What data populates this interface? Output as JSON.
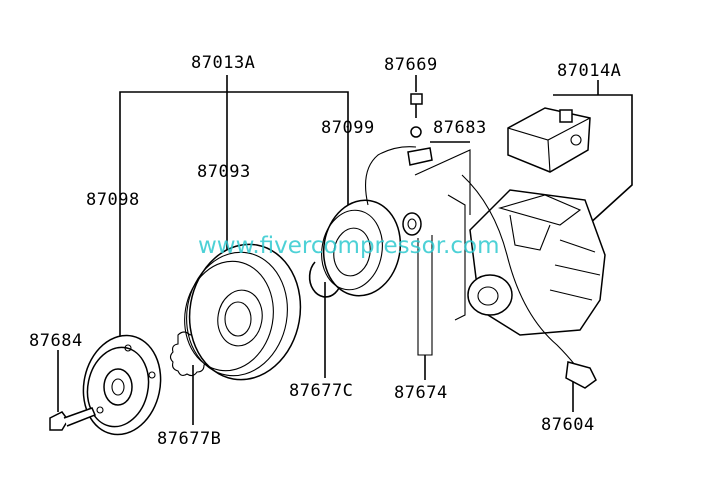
{
  "labels": {
    "assembly_clutch": "87013A",
    "assembly_compressor": "87014A",
    "bolt_top": "87669",
    "coil": "87099",
    "bracket": "87683",
    "pulley": "87093",
    "hub": "87098",
    "bolt_center": "87684",
    "snap_ring_c": "87677C",
    "shim": "87674",
    "snap_ring_b": "87677B",
    "sensor": "87604"
  },
  "watermark": "www.fivercompressor.com"
}
